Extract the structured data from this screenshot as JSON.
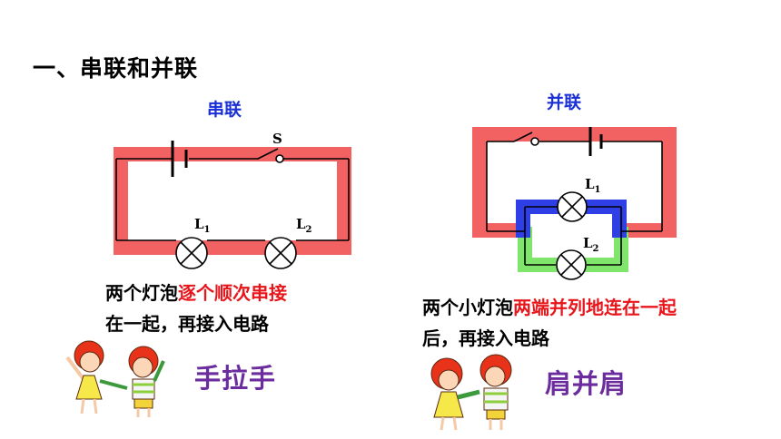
{
  "page": {
    "heading": "一、串联和并联"
  },
  "series_circuit": {
    "title": "串联",
    "switch_label": "S",
    "lamp1_label": "L",
    "lamp1_sub": "1",
    "lamp2_label": "L",
    "lamp2_sub": "2",
    "desc_line1_plain": "两个灯泡",
    "desc_line1_highlight": "逐个顺次串接",
    "desc_line2": "在一起，再接入电路",
    "slogan": "手拉手"
  },
  "parallel_circuit": {
    "title": "并联",
    "lamp1_label": "L",
    "lamp1_sub": "1",
    "lamp2_label": "L",
    "lamp2_sub": "2",
    "desc_line1_plain": "两个小灯泡",
    "desc_line1_highlight": "两端并列地连在一起",
    "desc_line2": "后，再接入电路",
    "slogan": "肩并肩"
  },
  "colors": {
    "series_path": "#f26262",
    "parallel_main_path": "#f26262",
    "parallel_branch1": "#2f3fe6",
    "parallel_branch2": "#7fe66b",
    "circuit_title": "#1a2fd6",
    "highlight_text": "#e8151b",
    "slogan_text": "#6b2c9e"
  }
}
